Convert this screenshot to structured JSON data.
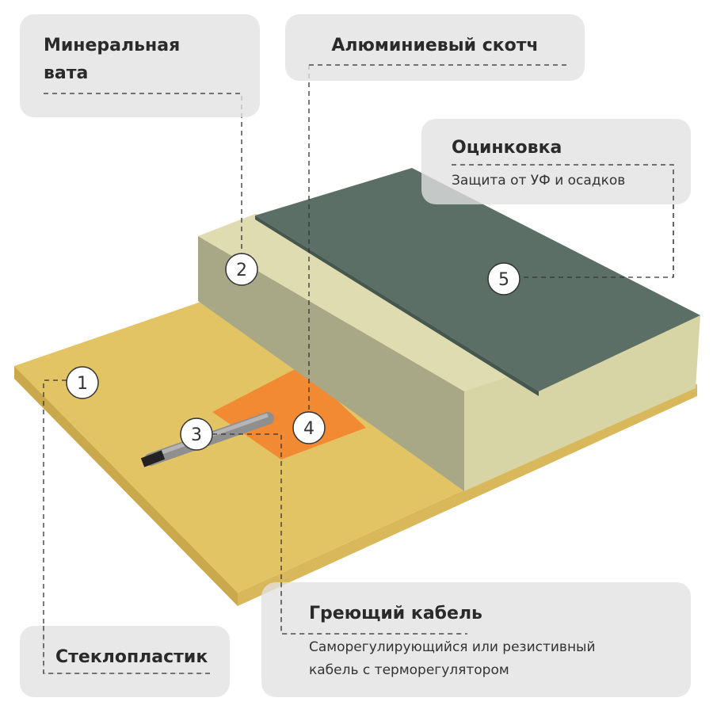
{
  "labels": {
    "mineral_wool": {
      "number": "2",
      "title_line1": "Минеральная",
      "title_line2": "вата"
    },
    "aluminum_tape": {
      "number": "4",
      "title": "Алюминиевый скотч"
    },
    "galvanized": {
      "number": "5",
      "title": "Оцинковка",
      "subtitle": "Защита от УФ и осадков"
    },
    "heating_cable": {
      "number": "3",
      "title": "Греющий кабель",
      "desc_line1": "Саморегулирующийся или резистивный",
      "desc_line2": "кабель с терморегулятором"
    },
    "fiberglass": {
      "number": "1",
      "title": "Стеклопластик"
    }
  },
  "colors": {
    "fiberglass": "#e3c464",
    "mineral_wool": "#d8d6a6",
    "galvanized": "#5b6f66",
    "tape": "#f28a33",
    "cable": "#9a9a9a",
    "box": "#e8e8e8"
  }
}
